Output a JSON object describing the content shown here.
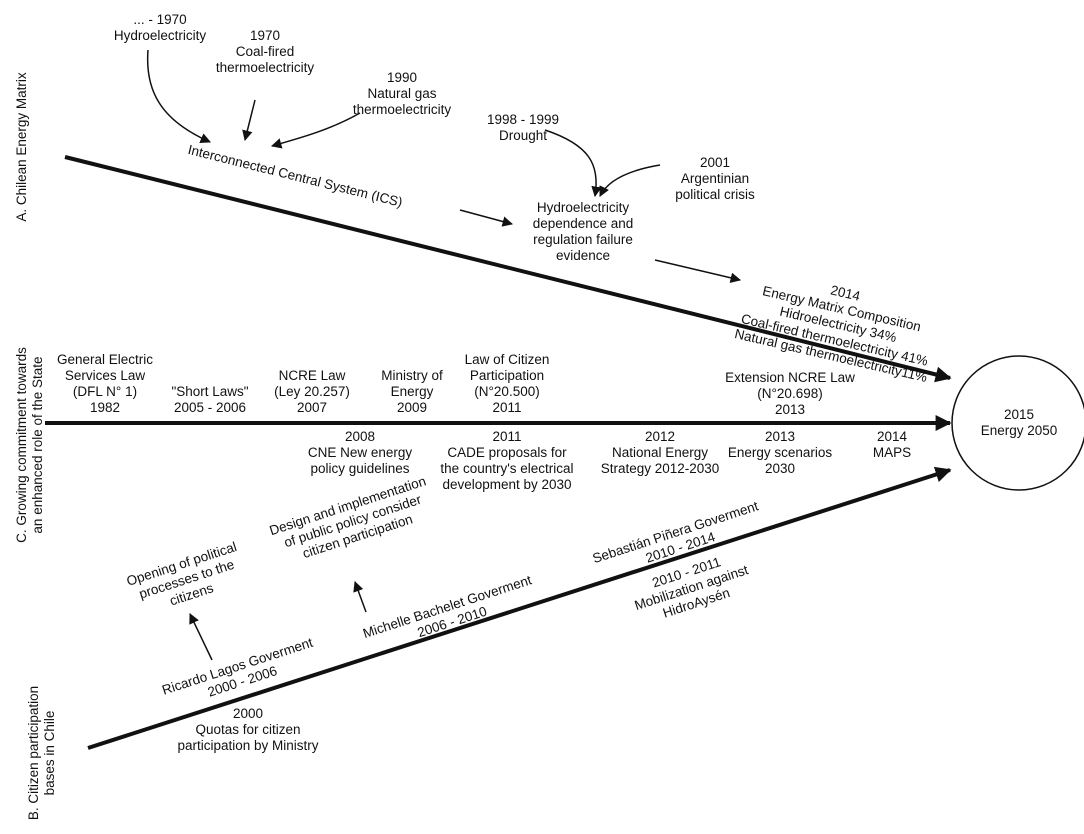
{
  "axes": {
    "a": "A. Chilean Energy Matrix",
    "b": "B. Citizen participation\nbases in Chile",
    "c": "C. Growing commitment towards\nan enhanced role of the State"
  },
  "endpoint": "2015\nEnergy 2050",
  "a_events": {
    "hydro": "... - 1970\nHydroelectricity",
    "coal": "1970\nCoal-fired\nthermoelectricity",
    "gas": "1990\nNatural gas\nthermoelectricity",
    "ics": "Interconnected Central System (ICS)",
    "drought": "1998 - 1999\nDrought",
    "argentina": "2001\nArgentinian\npolitical crisis",
    "hydro_dep": "Hydroelectricity\ndependence and\nregulation failure\nevidence",
    "matrix2014": "2014\nEnergy Matrix Composition\nHidroelectricity 34%\nCoal-fired thermoelectricity 41%\nNatural gas thermoelectricity11%"
  },
  "c_above": {
    "gesl": "General Electric\nServices Law\n(DFL N° 1)\n1982",
    "short": "\"Short Laws\"\n2005 - 2006",
    "ncre": "NCRE Law\n(Ley 20.257)\n2007",
    "ministry": "Ministry of\nEnergy\n2009",
    "citizen_law": "Law of Citizen\nParticipation\n(N°20.500)\n2011",
    "ext_ncre": "Extension NCRE Law\n(N°20.698)\n2013"
  },
  "c_below": {
    "cne": "2008\nCNE New energy\npolicy guidelines",
    "cade": "2011\nCADE proposals for\nthe country's electrical\ndevelopment by 2030",
    "strategy": "2012\nNational Energy\nStrategy 2012-2030",
    "scenarios": "2013\nEnergy scenarios\n2030",
    "maps": "2014\nMAPS"
  },
  "b_events": {
    "lagos": "Ricardo Lagos Goverment\n2000 - 2006",
    "bachelet": "Michelle Bachelet Goverment\n2006 - 2010",
    "pinera": "Sebastián Piñera Goverment\n2010 - 2014",
    "quotas": "2000\nQuotas for citizen\nparticipation by Ministry",
    "mobilization": "2010 - 2011\nMobilization against\nHidroAysén",
    "opening": "Opening of political\nprocesses to the\ncitizens",
    "design": "Design and implementation\nof public policy consider\ncitizen participation"
  }
}
